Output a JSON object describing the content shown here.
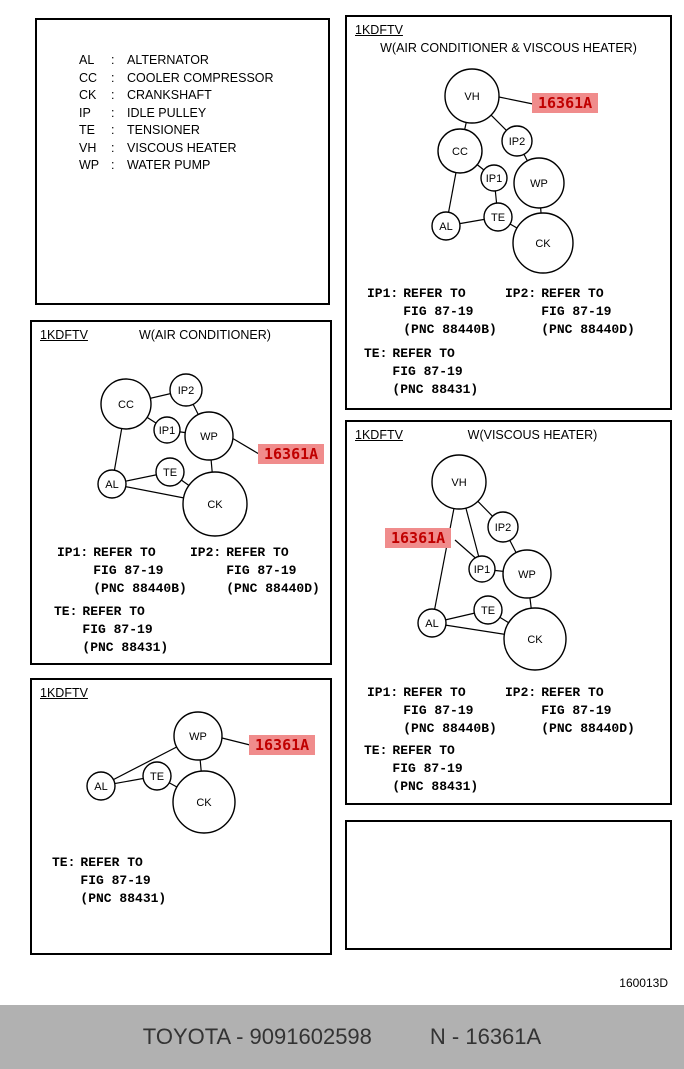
{
  "legend": {
    "separator": ":",
    "items": [
      {
        "abbr": "AL",
        "name": "ALTERNATOR"
      },
      {
        "abbr": "CC",
        "name": "COOLER COMPRESSOR"
      },
      {
        "abbr": "CK",
        "name": "CRANKSHAFT"
      },
      {
        "abbr": "IP",
        "name": "IDLE PULLEY"
      },
      {
        "abbr": "TE",
        "name": "TENSIONER"
      },
      {
        "abbr": "VH",
        "name": "VISCOUS HEATER"
      },
      {
        "abbr": "WP",
        "name": "WATER PUMP"
      }
    ]
  },
  "panels": [
    {
      "code": "1KDFTV",
      "title": "W(AIR CONDITIONER & VISCOUS HEATER)",
      "highlight": "16361A",
      "pulleys": [
        "VH",
        "CC",
        "IP2",
        "IP1",
        "WP",
        "AL",
        "TE",
        "CK"
      ],
      "notes": [
        {
          "label": "IP1:",
          "lines": [
            "REFER TO",
            "FIG 87-19",
            "(PNC 88440B)"
          ]
        },
        {
          "label": "IP2:",
          "lines": [
            "REFER TO",
            "FIG 87-19",
            "(PNC 88440D)"
          ]
        },
        {
          "label": "TE:",
          "lines": [
            "REFER TO",
            "FIG 87-19",
            "(PNC 88431)"
          ]
        }
      ]
    },
    {
      "code": "1KDFTV",
      "title": "W(AIR CONDITIONER)",
      "highlight": "16361A",
      "pulleys": [
        "CC",
        "IP2",
        "IP1",
        "WP",
        "AL",
        "TE",
        "CK"
      ],
      "notes": [
        {
          "label": "IP1:",
          "lines": [
            "REFER TO",
            "FIG 87-19",
            "(PNC 88440B)"
          ]
        },
        {
          "label": "IP2:",
          "lines": [
            "REFER TO",
            "FIG 87-19",
            "(PNC 88440D)"
          ]
        },
        {
          "label": "TE:",
          "lines": [
            "REFER TO",
            "FIG 87-19",
            "(PNC 88431)"
          ]
        }
      ]
    },
    {
      "code": "1KDFTV",
      "title": "W(VISCOUS HEATER)",
      "highlight": "16361A",
      "pulleys": [
        "VH",
        "IP2",
        "IP1",
        "WP",
        "AL",
        "TE",
        "CK"
      ],
      "notes": [
        {
          "label": "IP1:",
          "lines": [
            "REFER TO",
            "FIG 87-19",
            "(PNC 88440B)"
          ]
        },
        {
          "label": "IP2:",
          "lines": [
            "REFER TO",
            "FIG 87-19",
            "(PNC 88440D)"
          ]
        },
        {
          "label": "TE:",
          "lines": [
            "REFER TO",
            "FIG 87-19",
            "(PNC 88431)"
          ]
        }
      ]
    },
    {
      "code": "1KDFTV",
      "highlight": "16361A",
      "pulleys": [
        "WP",
        "AL",
        "TE",
        "CK"
      ],
      "notes": [
        {
          "label": "TE:",
          "lines": [
            "REFER TO",
            "FIG 87-19",
            "(PNC 88431)"
          ]
        }
      ]
    }
  ],
  "doc_number": "160013D",
  "footer": {
    "brand": "TOYOTA - 9091602598",
    "part": "N - 16361A"
  }
}
